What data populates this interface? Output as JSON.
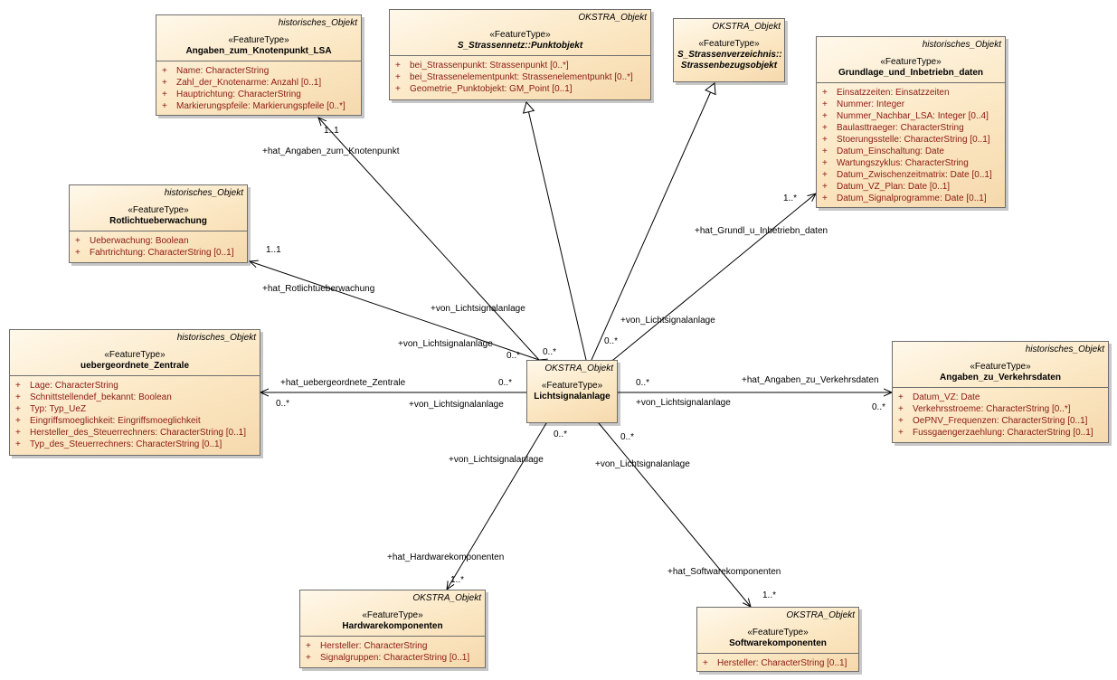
{
  "classes": {
    "knotenpunkt": {
      "package": "historisches_Objekt",
      "stereotype": "«FeatureType»",
      "name": "Angaben_zum_Knotenpunkt_LSA",
      "attributes": [
        {
          "vis": "+",
          "text": "Name: CharacterString"
        },
        {
          "vis": "+",
          "text": "Zahl_der_Knotenarme: Anzahl [0..1]"
        },
        {
          "vis": "+",
          "text": "Hauptrichtung: CharacterString"
        },
        {
          "vis": "+",
          "text": "Markierungspfeile: Markierungspfeile [0..*]"
        }
      ]
    },
    "punktobjekt": {
      "package": "OKSTRA_Objekt",
      "stereotype": "«FeatureType»",
      "name": "S_Strassennetz::Punktobjekt",
      "attributes": [
        {
          "vis": "+",
          "text": "bei_Strassenpunkt: Strassenpunkt [0..*]"
        },
        {
          "vis": "+",
          "text": "bei_Strassenelementpunkt: Strassenelementpunkt [0..*]"
        },
        {
          "vis": "+",
          "text": "Geometrie_Punktobjekt: GM_Point [0..1]"
        }
      ]
    },
    "strassenbezug": {
      "package": "OKSTRA_Objekt",
      "stereotype": "«FeatureType»",
      "name_line1": "S_Strassenverzeichnis::",
      "name_line2": "Strassenbezugsobjekt"
    },
    "grundlage": {
      "package": "historisches_Objekt",
      "stereotype": "«FeatureType»",
      "name": "Grundlage_und_Inbetriebn_daten",
      "attributes": [
        {
          "vis": "+",
          "text": "Einsatzzeiten: Einsatzzeiten"
        },
        {
          "vis": "+",
          "text": "Nummer: Integer"
        },
        {
          "vis": "+",
          "text": "Nummer_Nachbar_LSA: Integer [0..4]"
        },
        {
          "vis": "+",
          "text": "Baulasttraeger: CharacterString"
        },
        {
          "vis": "+",
          "text": "Stoerungsstelle: CharacterString [0..1]"
        },
        {
          "vis": "+",
          "text": "Datum_Einschaltung: Date"
        },
        {
          "vis": "+",
          "text": "Wartungszyklus: CharacterString"
        },
        {
          "vis": "+",
          "text": "Datum_Zwischenzeitmatrix: Date [0..1]"
        },
        {
          "vis": "+",
          "text": "Datum_VZ_Plan: Date [0..1]"
        },
        {
          "vis": "+",
          "text": "Datum_Signalprogramme: Date [0..1]"
        }
      ]
    },
    "rotlicht": {
      "package": "historisches_Objekt",
      "stereotype": "«FeatureType»",
      "name": "Rotlichtueberwachung",
      "attributes": [
        {
          "vis": "+",
          "text": "Ueberwachung: Boolean"
        },
        {
          "vis": "+",
          "text": "Fahrtrichtung: CharacterString [0..1]"
        }
      ]
    },
    "zentrale": {
      "package": "historisches_Objekt",
      "stereotype": "«FeatureType»",
      "name": "uebergeordnete_Zentrale",
      "attributes": [
        {
          "vis": "+",
          "text": "Lage: CharacterString"
        },
        {
          "vis": "+",
          "text": "Schnittstellendef_bekannt: Boolean"
        },
        {
          "vis": "+",
          "text": "Typ: Typ_UeZ"
        },
        {
          "vis": "+",
          "text": "Eingriffsmoeglichkeit: Eingriffsmoeglichkeit"
        },
        {
          "vis": "+",
          "text": "Hersteller_des_Steuerrechners: CharacterString [0..1]"
        },
        {
          "vis": "+",
          "text": "Typ_des_Steuerrechners: CharacterString [0..1]"
        }
      ]
    },
    "lsa": {
      "package": "OKSTRA_Objekt",
      "stereotype": "«FeatureType»",
      "name": "Lichtsignalanlage"
    },
    "verkehrsdaten": {
      "package": "historisches_Objekt",
      "stereotype": "«FeatureType»",
      "name": "Angaben_zu_Verkehrsdaten",
      "attributes": [
        {
          "vis": "+",
          "text": "Datum_VZ: Date"
        },
        {
          "vis": "+",
          "text": "Verkehrsstroeme: CharacterString [0..*]"
        },
        {
          "vis": "+",
          "text": "OePNV_Frequenzen: CharacterString [0..1]"
        },
        {
          "vis": "+",
          "text": "Fussgaengerzaehlung: CharacterString [0..1]"
        }
      ]
    },
    "hardware": {
      "package": "OKSTRA_Objekt",
      "stereotype": "«FeatureType»",
      "name": "Hardwarekomponenten",
      "attributes": [
        {
          "vis": "+",
          "text": "Hersteller: CharacterString"
        },
        {
          "vis": "+",
          "text": "Signalgruppen: CharacterString [0..1]"
        }
      ]
    },
    "software": {
      "package": "OKSTRA_Objekt",
      "stereotype": "«FeatureType»",
      "name": "Softwarekomponenten",
      "attributes": [
        {
          "vis": "+",
          "text": "Hersteller: CharacterString [0..1]"
        }
      ]
    }
  },
  "associations": {
    "knotenpunkt": {
      "role_far": "+hat_Angaben_zum_Knotenpunkt",
      "mult_far": "1..1",
      "role_near": "+von_Lichtsignalanlage",
      "mult_near": "0..*"
    },
    "rotlicht": {
      "role_far": "+hat_Rotlichtueberwachung",
      "mult_far": "1..1",
      "role_near": "+von_Lichtsignalanlage",
      "mult_near": "0..*"
    },
    "grundlage": {
      "role_far": "+hat_Grundl_u_Inbetriebn_daten",
      "mult_far": "1..*",
      "role_near": "+von_Lichtsignalanlage",
      "mult_near": "0..*"
    },
    "zentrale": {
      "role_far": "+hat_uebergeordnete_Zentrale",
      "mult_far": "0..*",
      "role_near": "+von_Lichtsignalanlage",
      "mult_near": "0..*"
    },
    "verkehrsdaten": {
      "role_far": "+hat_Angaben_zu_Verkehrsdaten",
      "mult_far": "0..*",
      "role_near": "+von_Lichtsignalanlage",
      "mult_near": "0..*"
    },
    "hardware": {
      "role_far": "+hat_Hardwarekomponenten",
      "mult_far": "1..*",
      "role_near": "+von_Lichtsignalanlage",
      "mult_near": "0..*"
    },
    "software": {
      "role_far": "+hat_Softwarekomponenten",
      "mult_far": "1..*",
      "role_near": "+von_Lichtsignalanlage",
      "mult_near": "0..*"
    }
  }
}
